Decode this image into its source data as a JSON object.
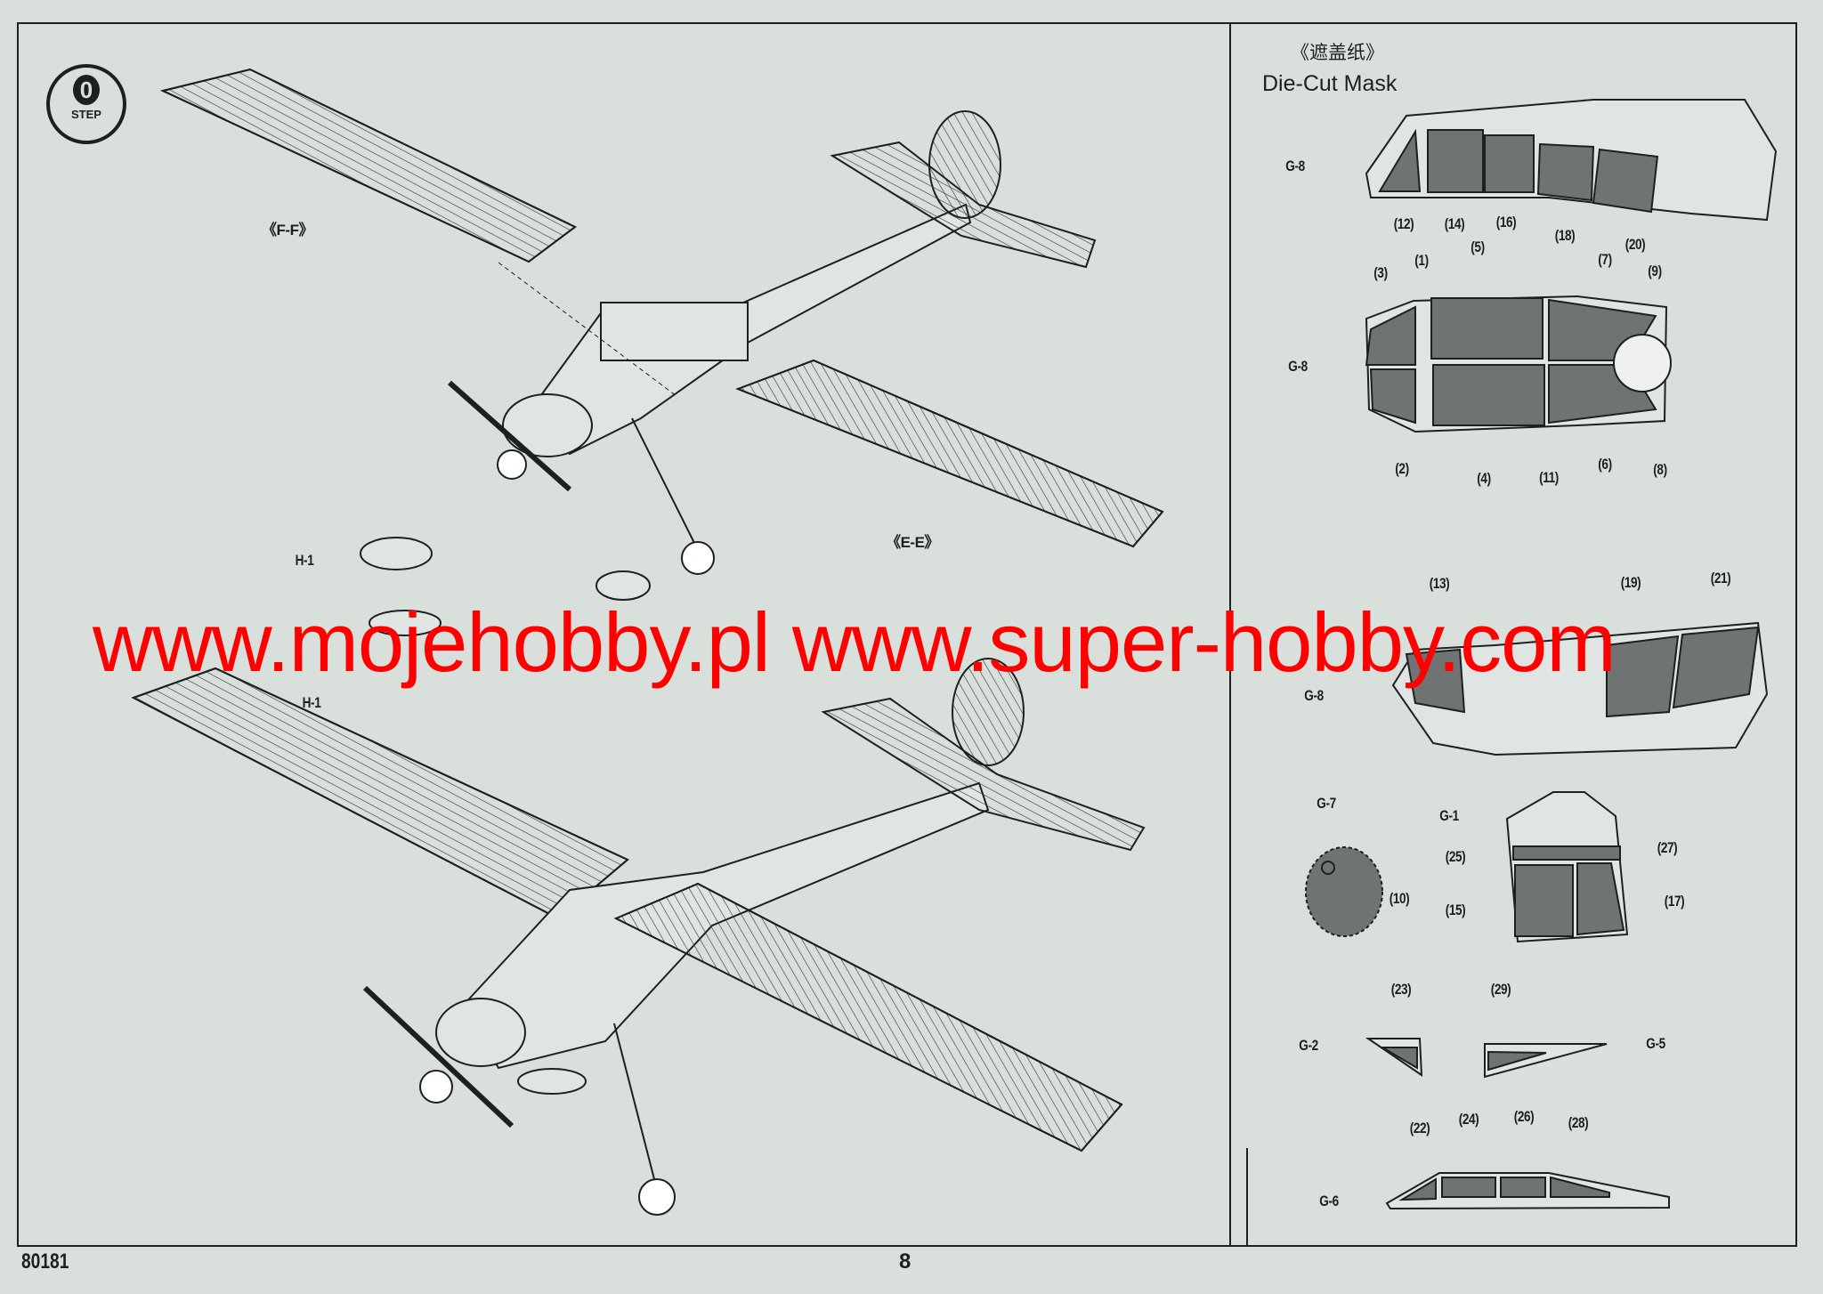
{
  "step": {
    "number": "0",
    "label": "STEP"
  },
  "main_assembly": {
    "labels": {
      "upper_wing": "《F-F》",
      "lower_wing": "《E-E》",
      "part_h1": "H-1",
      "part_h2": "H-1"
    }
  },
  "mask_panel": {
    "title_cn": "《遮盖纸》",
    "title_en": "Die-Cut Mask",
    "canopy_side_1": [
      "G-8",
      "(12)",
      "(14)",
      "(16)",
      "(18)",
      "(20)"
    ],
    "canopy_top": [
      "(3)",
      "(1)",
      "(5)",
      "(7)",
      "(9)",
      "G-8",
      "(2)",
      "(4)",
      "(11)",
      "(6)",
      "(8)"
    ],
    "canopy_side_2": [
      "G-8",
      "(13)",
      "(19)",
      "(21)"
    ],
    "windscreen": [
      "G-7",
      "(10)",
      "G-1",
      "(25)",
      "(27)",
      "(15)",
      "(17)"
    ],
    "small_windows": [
      "(23)",
      "(29)",
      "G-2",
      "G-5"
    ],
    "rear_strip": [
      "(22)",
      "(24)",
      "(26)",
      "(28)",
      "G-6"
    ],
    "mask_fill_color": "#6f7472"
  },
  "watermark": "www.mojehobby.pl www.super-hobby.com",
  "watermark_color": "#ff0000",
  "footer": {
    "code": "80181",
    "page": "8"
  }
}
